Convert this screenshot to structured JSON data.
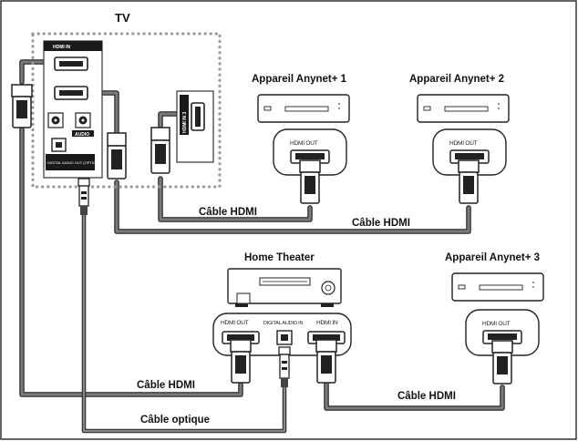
{
  "tv": {
    "title": "TV",
    "hdmi_in_label": "HDMI IN",
    "hdmi_in_side_label": "HDMI IN 3",
    "audio_label": "AUDIO",
    "digital_audio_out_label": "DIGITAL AUDIO OUT (OPTICAL)"
  },
  "devices": {
    "anynet1": {
      "title": "Appareil Anynet+ 1",
      "port": "HDMI OUT"
    },
    "anynet2": {
      "title": "Appareil Anynet+ 2",
      "port": "HDMI OUT"
    },
    "anynet3": {
      "title": "Appareil Anynet+ 3",
      "port": "HDMI OUT"
    },
    "home_theater": {
      "title": "Home Theater",
      "port_hdmi_out": "HDMI OUT",
      "port_digital_audio_in": "DIGITAL AUDIO IN",
      "port_hdmi_in": "HDMI IN"
    }
  },
  "cables": {
    "hdmi_1": "Câble HDMI",
    "hdmi_2": "Câble HDMI",
    "hdmi_3": "Câble HDMI",
    "hdmi_4": "Câble HDMI",
    "optical": "Câble optique"
  },
  "colors": {
    "cable": "#6e6e6e",
    "border": "#333333",
    "tv_dots": "#9a9a9a",
    "panel_dark": "#1a1a1a",
    "device_fill": "#ffffff"
  }
}
